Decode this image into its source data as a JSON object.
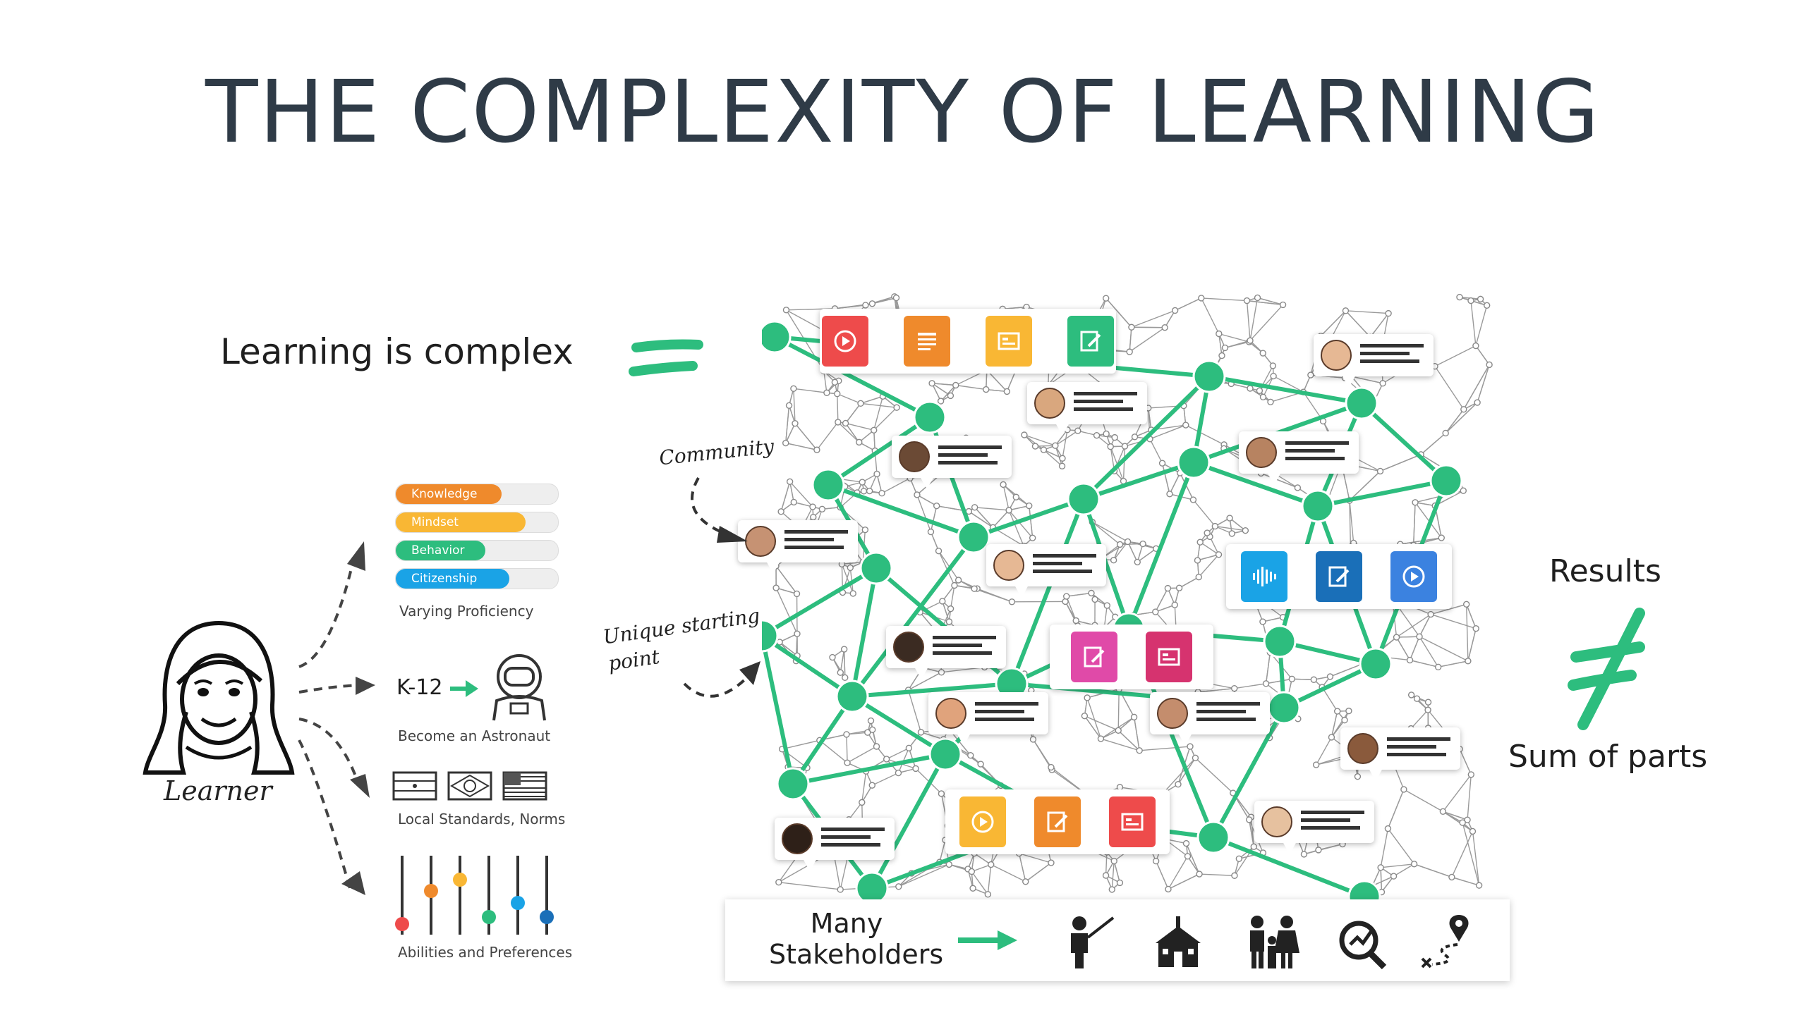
{
  "title": "THE COMPLEXITY OF LEARNING",
  "learning_complex": "Learning is complex",
  "community": "Community",
  "unique_start_line1": "Unique starting",
  "unique_start_line2": "point",
  "learner": {
    "label": "Learner",
    "proficiency": {
      "caption": "Varying Proficiency",
      "bars": [
        {
          "label": "Knowledge",
          "value": 0.65,
          "color": "#ef8a2c"
        },
        {
          "label": "Mindset",
          "value": 0.8,
          "color": "#f9b734"
        },
        {
          "label": "Behavior",
          "value": 0.55,
          "color": "#2dbd7e"
        },
        {
          "label": "Citizenship",
          "value": 0.7,
          "color": "#1aa3e6"
        }
      ]
    },
    "path": {
      "from": "K-12",
      "caption": "Become an Astronaut"
    },
    "standards_caption": "Local Standards, Norms",
    "abilities": {
      "caption": "Abilities and Preferences",
      "sliders": [
        {
          "value": 0.15,
          "color": "#ee4b4b"
        },
        {
          "value": 0.62,
          "color": "#ef8a2c"
        },
        {
          "value": 0.78,
          "color": "#f9b734"
        },
        {
          "value": 0.25,
          "color": "#2dbd7e"
        },
        {
          "value": 0.45,
          "color": "#1aa3e6"
        },
        {
          "value": 0.25,
          "color": "#1a6fb8"
        }
      ]
    }
  },
  "results": "Results",
  "sum_of_parts": "Sum of parts",
  "stakeholders": {
    "line1": "Many",
    "line2": "Stakeholders",
    "icons": [
      "teacher-icon",
      "school-icon",
      "family-icon",
      "analytics-icon",
      "route-icon"
    ]
  },
  "colors": {
    "green": "#2dbd7e",
    "title": "#2f3b47"
  }
}
